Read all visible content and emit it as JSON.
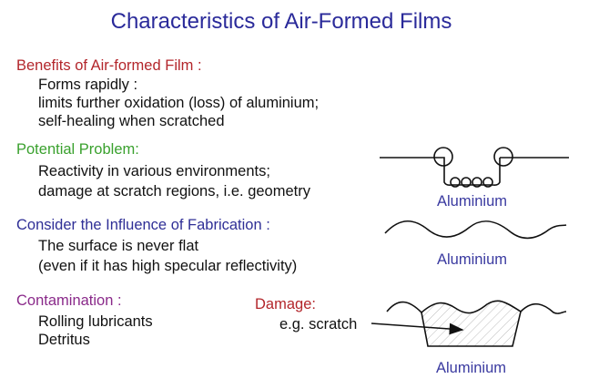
{
  "title": "Characteristics of Air-Formed Films",
  "benefits": {
    "heading": "Benefits of Air-formed Film :",
    "items": [
      "Forms rapidly :",
      "limits further oxidation (loss) of aluminium;",
      "self-healing when scratched"
    ]
  },
  "problem": {
    "heading": "Potential Problem:",
    "items": [
      "Reactivity in various environments;",
      "damage at scratch regions, i.e. geometry"
    ]
  },
  "fabrication": {
    "heading": "Consider the Influence of Fabrication :",
    "items": [
      "The surface is never flat",
      "(even if it has high specular reflectivity)"
    ]
  },
  "contamination": {
    "heading": "Contamination :",
    "items": [
      "Rolling lubricants",
      "Detritus"
    ]
  },
  "damage": {
    "heading": "Damage:",
    "example": "e.g. scratch"
  },
  "diagrams": {
    "labels": [
      "Aluminium",
      "Aluminium",
      "Aluminium"
    ]
  }
}
